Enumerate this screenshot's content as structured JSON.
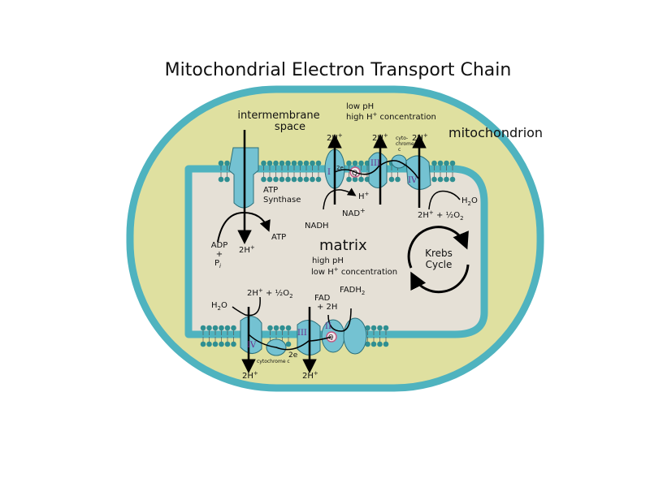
{
  "title": "Mitochondrial Electron Transport Chain",
  "labels": {
    "intermembrane": [
      "intermembrane",
      "space"
    ],
    "low_ph": "low pH",
    "high_h": {
      "pre": "high H",
      "sup": "+",
      "post": " concentration"
    },
    "mitochondrion": "mitochondrion",
    "matrix": "matrix",
    "high_ph": "high pH",
    "low_h": {
      "pre": "low H",
      "sup": "+",
      "post": " concentration"
    },
    "krebs": [
      "Krebs",
      "Cycle"
    ],
    "atp_synthase": [
      "ATP",
      "Synthase"
    ],
    "atp": "ATP",
    "adp": [
      "ADP",
      "+",
      "P"
    ],
    "adp_sub": "i",
    "nadh": "NADH",
    "nad": "NAD",
    "nad_sup": "+",
    "h_plus": {
      "pre": "H",
      "sup": "+"
    },
    "two_h": {
      "pre": "2H",
      "sup": "+"
    },
    "two_e": "2e",
    "cytochrome_c_top": [
      "cyto-",
      "chrome",
      "c"
    ],
    "cytochrome_c_bottom": "cytochrome c",
    "fad": [
      "FAD",
      "+ 2H"
    ],
    "fadh2": {
      "pre": "FADH",
      "sub": "2"
    },
    "h2o": {
      "pre": "H",
      "sub": "2",
      "post": "O"
    },
    "oxygen_eq": {
      "pre": "2H",
      "sup": "+",
      "mid": " + ½O",
      "sub": "2"
    },
    "q": "Q",
    "complexes": [
      "I",
      "II",
      "III",
      "IV"
    ]
  },
  "colors": {
    "outer_membrane": "#4fb3bf",
    "intermembrane_fill": "#dfe0a0",
    "matrix_fill": "#e5e0d6",
    "protein": "#74c2d2",
    "lipid_head": "#2f8f92",
    "q_circle": "#d98aa8",
    "roman_numeral": "#6a2c8a"
  }
}
